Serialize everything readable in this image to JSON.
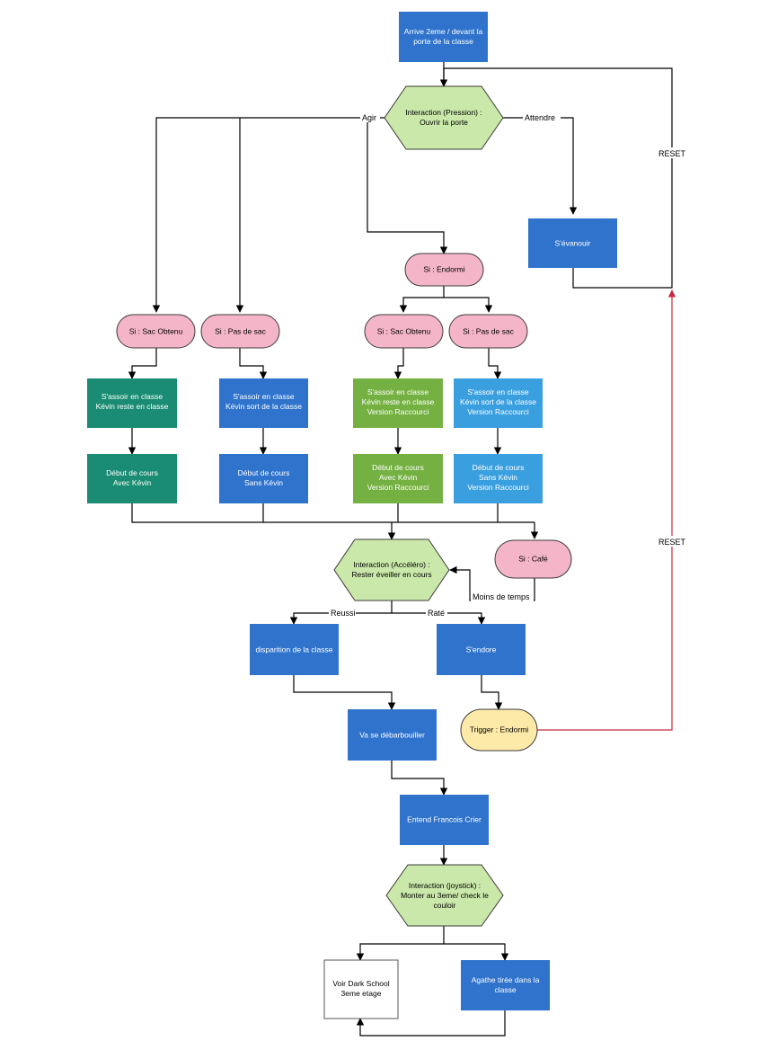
{
  "colors": {
    "blue": "#2f73cc",
    "teal": "#1a8c73",
    "green": "#74b142",
    "light_blue": "#3a9fdf",
    "pink": "#f4b5c8",
    "hex_green": "#c9e8a9",
    "yellow": "#fde9a8",
    "white": "#ffffff",
    "line": "#000000",
    "reset_line": "#c8293f"
  },
  "nodes": {
    "start": [
      "Arrive 2eme / devant la",
      "porte de la classe"
    ],
    "interaction_pression": [
      "Interaction (Pression) :",
      "Ouvrir la porte"
    ],
    "evanouir": [
      "S'évanouir"
    ],
    "endormi": [
      "Si : Endormi"
    ],
    "sac_obtenu": [
      "Si : Sac Obtenu"
    ],
    "pas_de_sac": [
      "Si : Pas de sac"
    ],
    "sac_obtenu_2": [
      "Si : Sac Obtenu"
    ],
    "pas_de_sac_2": [
      "Si : Pas de sac"
    ],
    "assoir_1": [
      "S'assoir en classe",
      "Kévin reste en classe"
    ],
    "assoir_2": [
      "S'assoir en classe",
      "Kévin sort de la classe"
    ],
    "assoir_3": [
      "S'assoir en classe",
      "Kévin reste en classe",
      "Version Raccourci"
    ],
    "assoir_4": [
      "S'assoir en classe",
      "Kévin sort de la classe",
      "Version Raccourci"
    ],
    "debut_1": [
      "Début de cours",
      "Avec Kévin"
    ],
    "debut_2": [
      "Début de cours",
      "Sans Kévin"
    ],
    "debut_3": [
      "Début de cours",
      "Avec Kévin",
      "Version Raccourci"
    ],
    "debut_4": [
      "Début de cours",
      "Sans Kévin",
      "Version Raccourci"
    ],
    "interaction_accelero": [
      "Interaction (Accéléro) :",
      "Rester éveiller en cours"
    ],
    "cafe": [
      "Si : Café"
    ],
    "disparition": [
      "disparition de la classe"
    ],
    "endore": [
      "S'endore"
    ],
    "trigger": [
      "Trigger : Endormi"
    ],
    "debarbouiller": [
      "Va se débarbouiller"
    ],
    "francois": [
      "Entend Francois Crier"
    ],
    "interaction_joystick": [
      "Interaction (joystick) :",
      "Monter au 3eme/ check le",
      "couloir"
    ],
    "dark_school": [
      "Voir Dark School",
      "3eme etage"
    ],
    "agathe": [
      "Agathe tirée dans la",
      "classe"
    ]
  },
  "edge_labels": {
    "agir": "Agir",
    "attendre": "Attendre",
    "reset_top": "RESET",
    "reset_bottom": "RESET",
    "moins_de_temps": "Moins de temps",
    "reussi": "Reussi",
    "rate": "Raté"
  }
}
